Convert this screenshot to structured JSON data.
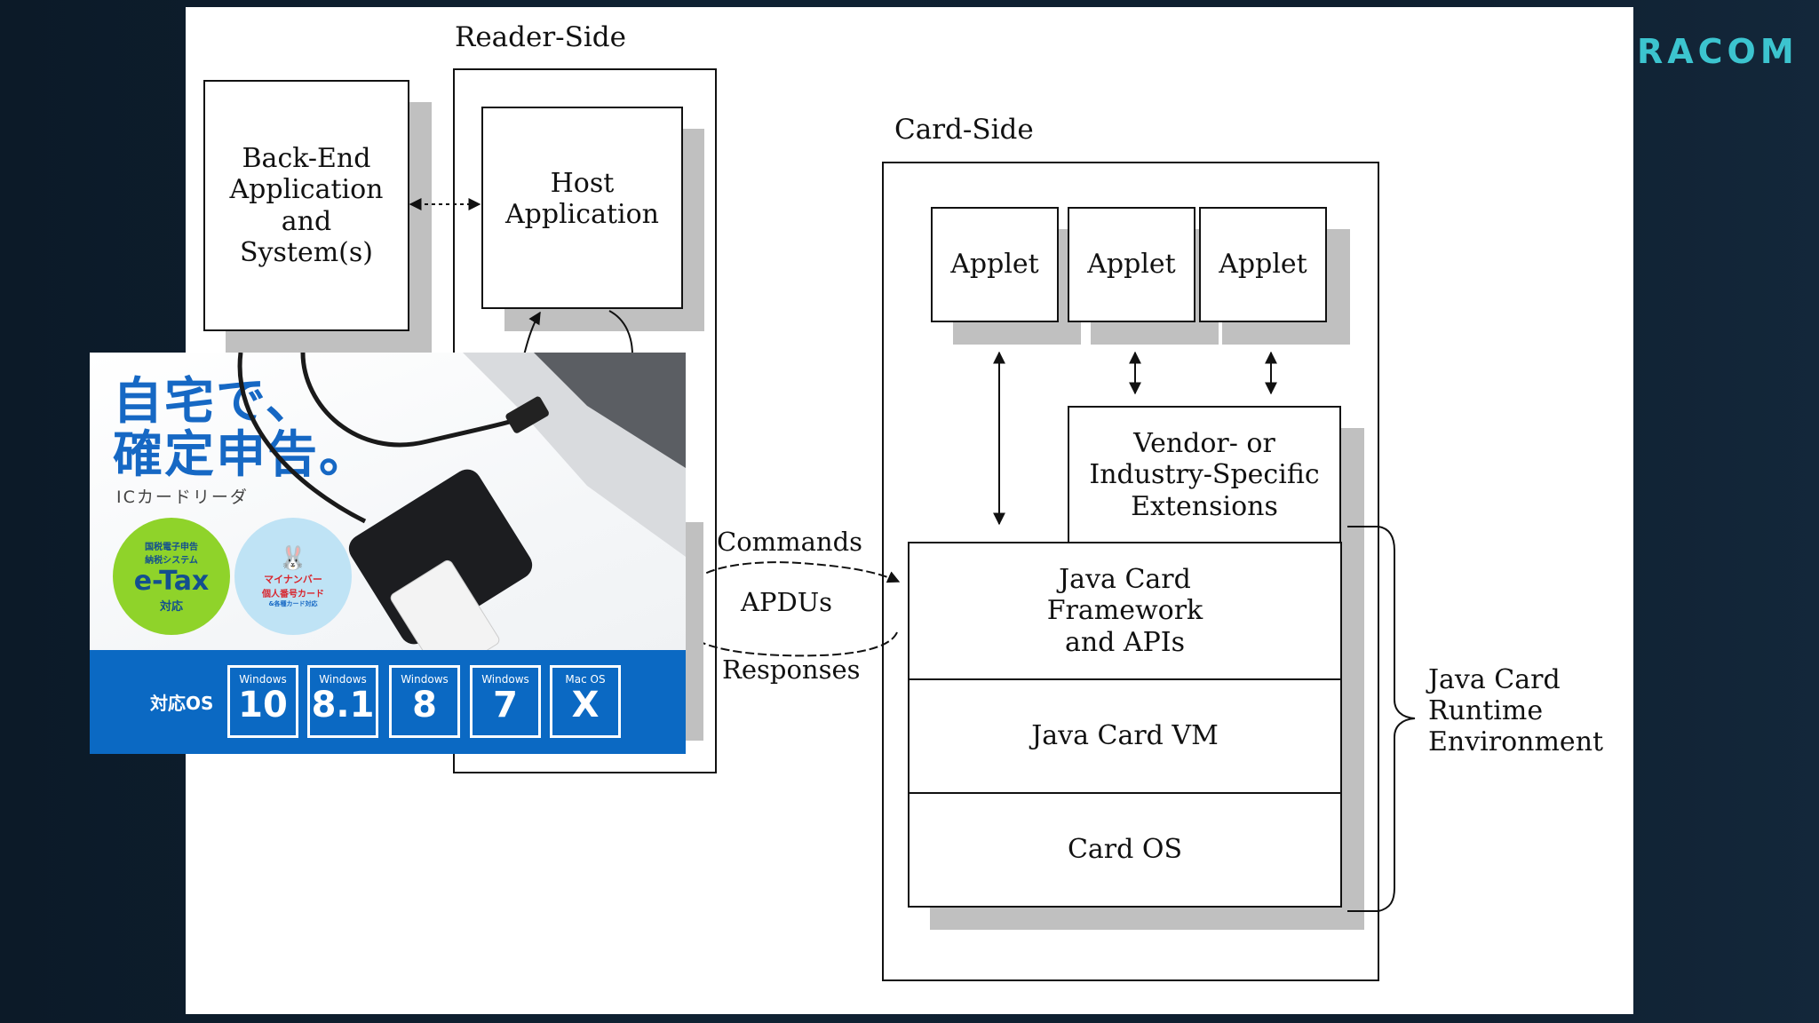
{
  "brand": {
    "text": "RACOM",
    "color": "#3cc4cf"
  },
  "diagram": {
    "reader_side": {
      "title": "Reader-Side",
      "backend_box": [
        "Back-End",
        "Application",
        "and",
        "System(s)"
      ],
      "host_box": [
        "Host",
        "Application"
      ]
    },
    "apdu": {
      "commands_label": "Commands",
      "apdus_label": "APDUs",
      "responses_label": "Responses"
    },
    "card_side": {
      "title": "Card-Side",
      "applets": [
        "Applet",
        "Applet",
        "Applet"
      ],
      "vendor_box": [
        "Vendor- or",
        "Industry-Specific",
        "Extensions"
      ],
      "layers": [
        [
          "Java Card",
          "Framework",
          "and APIs"
        ],
        [
          "Java Card VM"
        ],
        [
          "Card OS"
        ]
      ],
      "brace_label": [
        "Java Card",
        "Runtime",
        "Environment"
      ]
    }
  },
  "product_overlay": {
    "headline": [
      "自宅で、",
      "確定申告。"
    ],
    "subtitle": "ICカードリーダ",
    "etax_badge": {
      "line1": "国税電子申告",
      "line2": "納税システム",
      "main": "e-Tax",
      "sub": "対応",
      "color": "#8fd32a"
    },
    "mynumber_badge": {
      "line1": "マイナンバー",
      "line2": "個人番号カード",
      "line3": "&各種カード対応",
      "color": "#bfe3f5"
    },
    "os_label": "対応OS",
    "os_list": [
      {
        "top": "Windows",
        "main": "10"
      },
      {
        "top": "Windows",
        "main": "8.1"
      },
      {
        "top": "Windows",
        "main": "8"
      },
      {
        "top": "Windows",
        "main": "7"
      },
      {
        "top": "Mac OS",
        "main": "X"
      }
    ],
    "band_color": "#0b69c3",
    "headline_color": "#1668c4"
  }
}
